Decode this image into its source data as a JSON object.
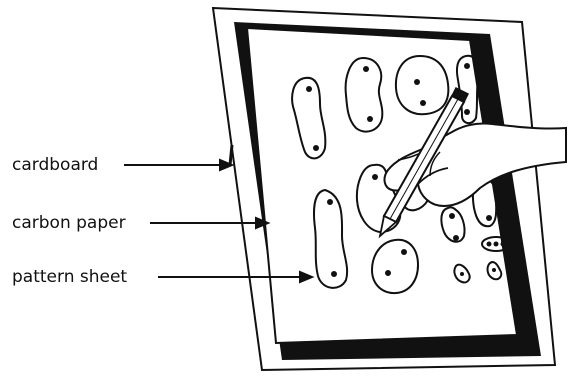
{
  "diagram": {
    "labels": {
      "cardboard": "cardboard",
      "carbon_paper": "carbon paper",
      "pattern_sheet": "pattern sheet"
    },
    "colors": {
      "ink": "#111111",
      "paper": "#ffffff"
    },
    "icons": [
      "hand-icon",
      "pencil-icon"
    ]
  }
}
